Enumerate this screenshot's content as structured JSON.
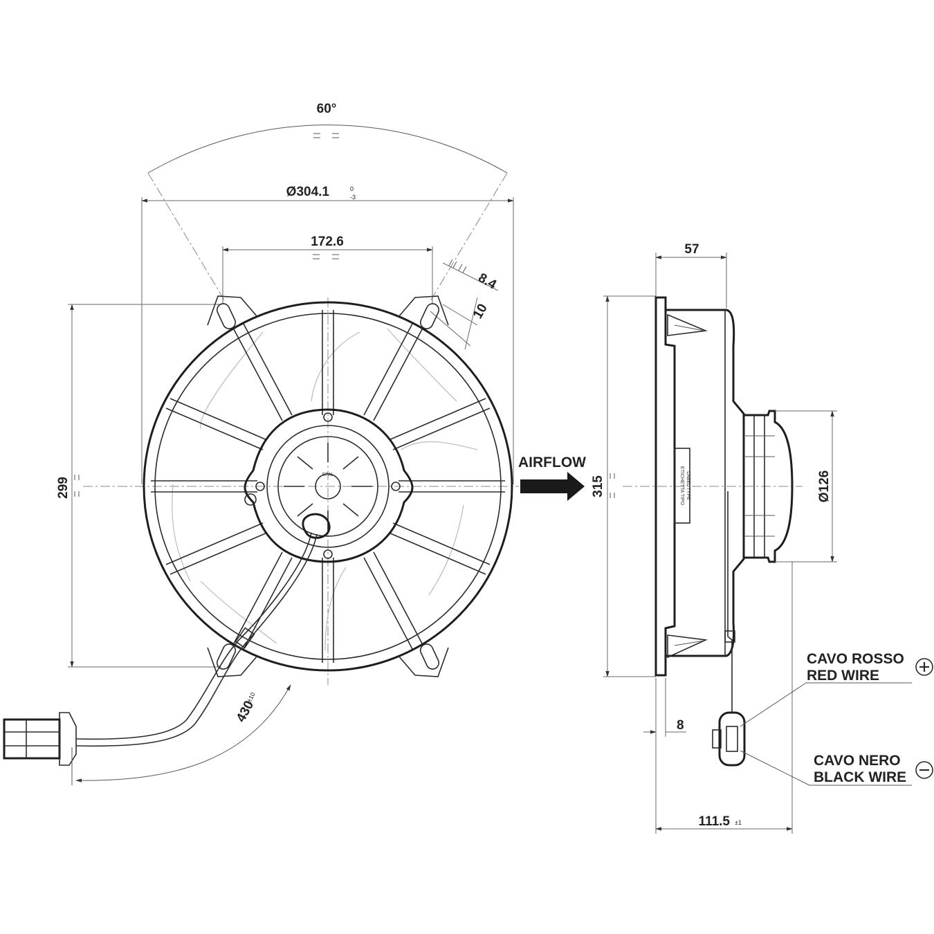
{
  "front_view": {
    "angle_label": "60°",
    "outer_diameter_label": "Ø304.1",
    "outer_diameter_tol_upper": "0",
    "outer_diameter_tol_lower": "-3",
    "mount_spacing_label": "172.6",
    "slot_width_label": "8.4",
    "slot_offset_label": "10",
    "height_label": "299",
    "cable_length_label": "430",
    "cable_length_tol": "±10",
    "motor_brand_label": "SPAL"
  },
  "airflow_label": "AIRFLOW",
  "side_view": {
    "depth_label": "57",
    "height_label": "315",
    "motor_diameter_label": "Ø126",
    "flange_label": "8",
    "total_depth_label": "111.5",
    "total_depth_tol": "±1",
    "label_box_line1": "ETICHETTA TIPO",
    "label_box_line2": "LABEL TYPE"
  },
  "wires": {
    "red_it": "CAVO ROSSO",
    "red_en": "RED WIRE",
    "red_sign": "+",
    "black_it": "CAVO NERO",
    "black_en": "BLACK WIRE",
    "black_sign": "-"
  }
}
